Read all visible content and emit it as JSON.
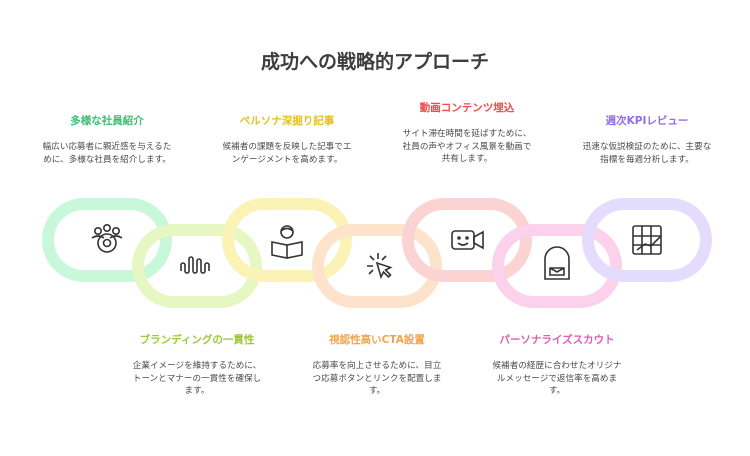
{
  "title": "成功への戦略的アプローチ",
  "steps": [
    {
      "title": "多様な社員紹介",
      "desc": "幅広い応募者に親近感を与えるために、多様な社員を紹介します。",
      "color": "#3bbf74",
      "ring": "#c9f7d9",
      "icon": "team-gear-icon"
    },
    {
      "title": "ブランディングの一貫性",
      "desc": "企業イメージを維持するために、トーンとマナーの一貫性を確保します。",
      "color": "#9dc73a",
      "ring": "#e6f7c3",
      "icon": "waveform-icon"
    },
    {
      "title": "ペルソナ深掘り記事",
      "desc": "候補者の課題を反映した記事でエンゲージメントを高めます。",
      "color": "#e5c21c",
      "ring": "#fbf3b6",
      "icon": "person-reading-icon"
    },
    {
      "title": "視認性高いCTA設置",
      "desc": "応募率を向上させるために、目立つ応募ボタンとリンクを配置します。",
      "color": "#f0a54a",
      "ring": "#fde3cb",
      "icon": "cursor-click-icon"
    },
    {
      "title": "動画コンテンツ埋込",
      "desc": "サイト滞在時間を延ばすために、社員の声やオフィス風景を動画で共有します。",
      "color": "#ef4b4b",
      "ring": "#fcd3d3",
      "icon": "video-camera-icon"
    },
    {
      "title": "パーソナライズスカウト",
      "desc": "候補者の経歴に合わせたオリジナルメッセージで返信率を高めます。",
      "color": "#e05bb3",
      "ring": "#fbd1ec",
      "icon": "mail-bag-icon"
    },
    {
      "title": "週次KPIレビュー",
      "desc": "迅速な仮説検証のために、主要な指標を毎週分析します。",
      "color": "#8e6cf0",
      "ring": "#e4dcfc",
      "icon": "chart-grid-icon"
    }
  ]
}
